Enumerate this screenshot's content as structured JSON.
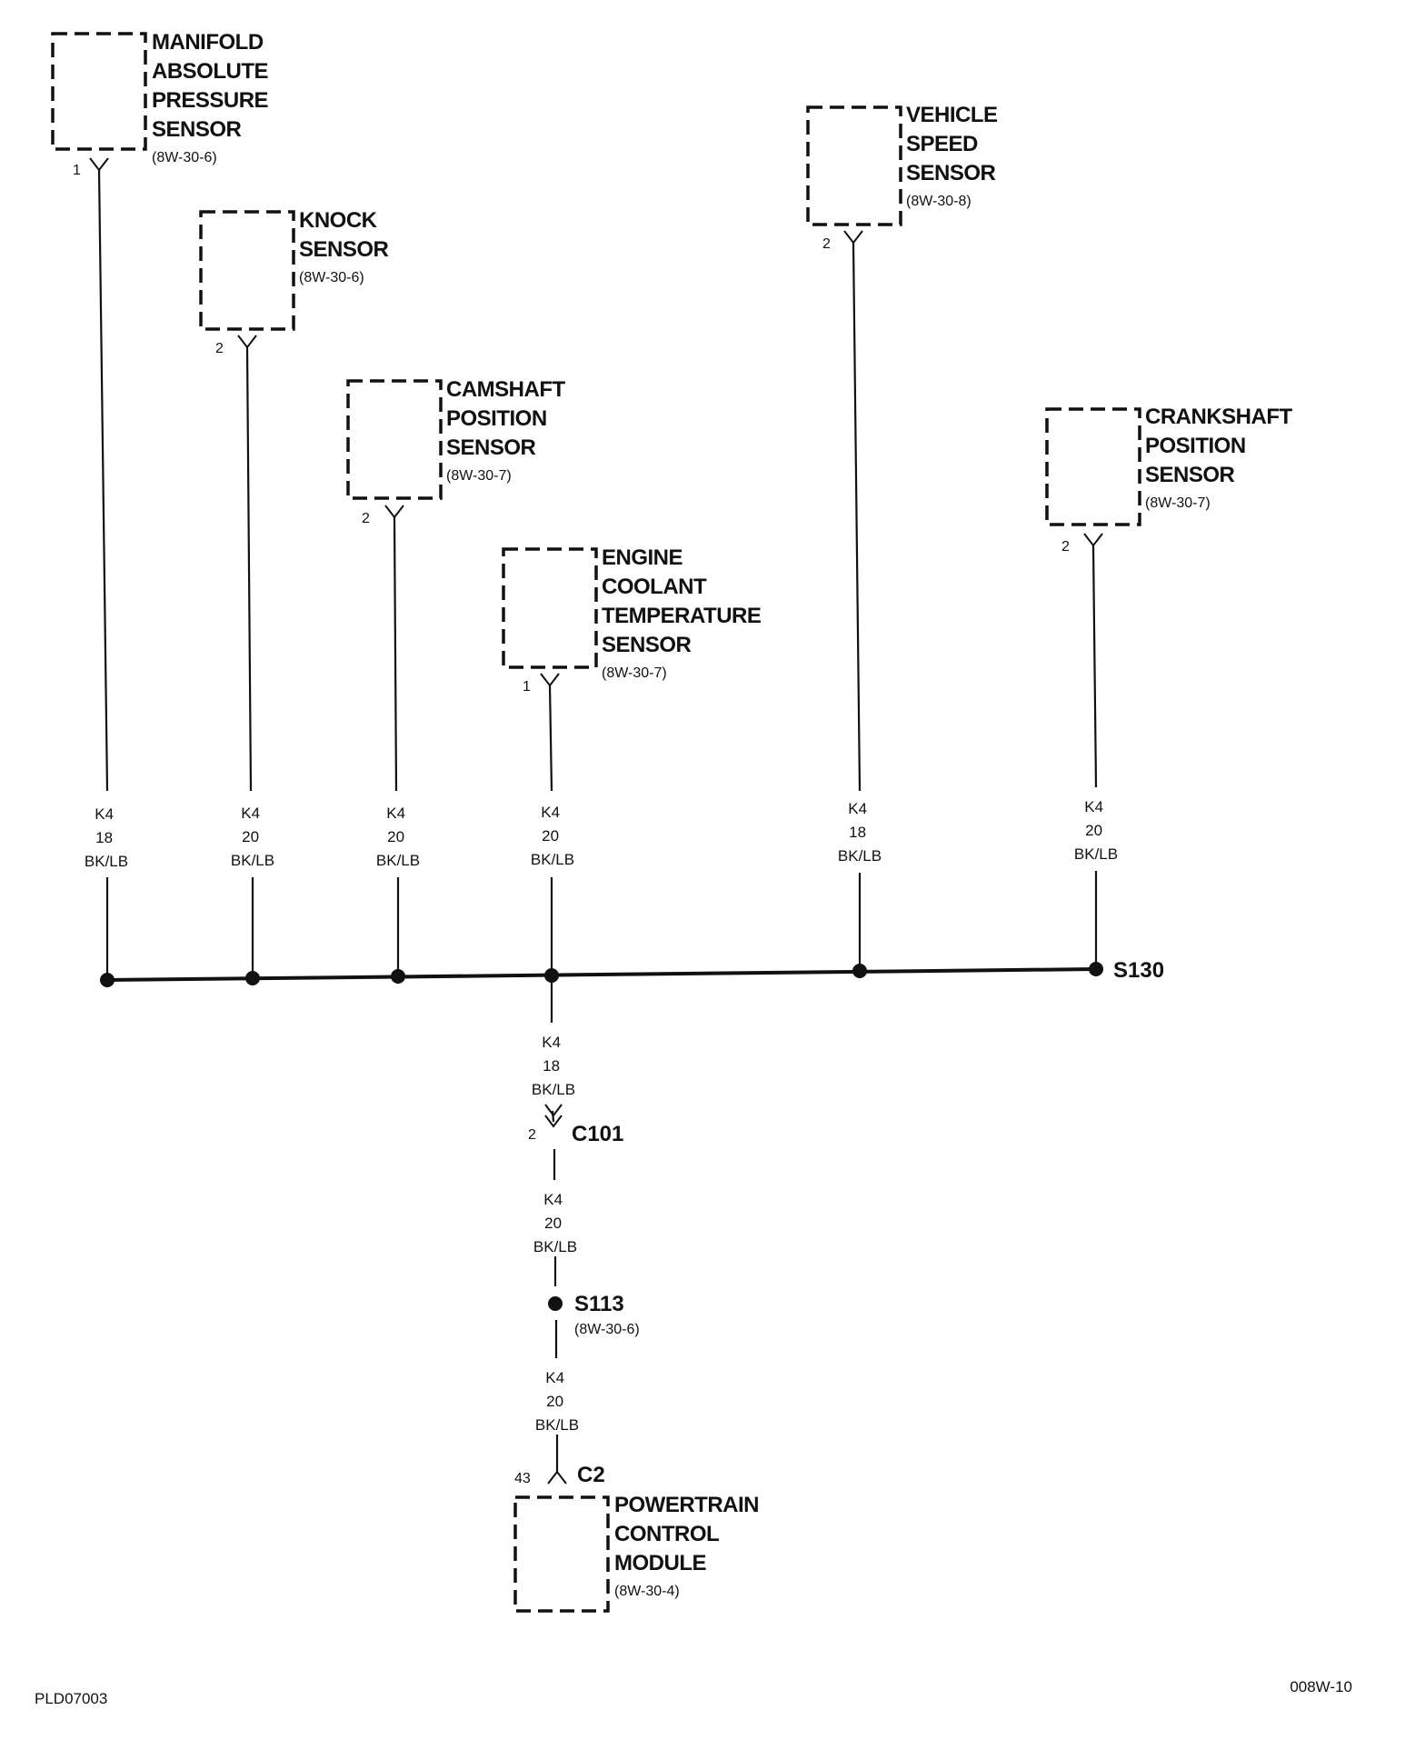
{
  "components": {
    "map_sensor": {
      "title": [
        "MANIFOLD",
        "ABSOLUTE",
        "PRESSURE",
        "SENSOR"
      ],
      "ref": "(8W-30-6)",
      "pin": "1"
    },
    "knock_sensor": {
      "title": [
        "KNOCK",
        "SENSOR"
      ],
      "ref": "(8W-30-6)",
      "pin": "2"
    },
    "camshaft_sensor": {
      "title": [
        "CAMSHAFT",
        "POSITION",
        "SENSOR"
      ],
      "ref": "(8W-30-7)",
      "pin": "2"
    },
    "ect_sensor": {
      "title": [
        "ENGINE",
        "COOLANT",
        "TEMPERATURE",
        "SENSOR"
      ],
      "ref": "(8W-30-7)",
      "pin": "1"
    },
    "vss_sensor": {
      "title": [
        "VEHICLE",
        "SPEED",
        "SENSOR"
      ],
      "ref": "(8W-30-8)",
      "pin": "2"
    },
    "crankshaft_sensor": {
      "title": [
        "CRANKSHAFT",
        "POSITION",
        "SENSOR"
      ],
      "ref": "(8W-30-7)",
      "pin": "2"
    },
    "pcm": {
      "title": [
        "POWERTRAIN",
        "CONTROL",
        "MODULE"
      ],
      "ref": "(8W-30-4)",
      "pin": "43",
      "connector": "C2"
    }
  },
  "wires": {
    "map": [
      "K4",
      "18",
      "BK/LB"
    ],
    "knock": [
      "K4",
      "20",
      "BK/LB"
    ],
    "cam": [
      "K4",
      "20",
      "BK/LB"
    ],
    "ect": [
      "K4",
      "20",
      "BK/LB"
    ],
    "vss": [
      "K4",
      "18",
      "BK/LB"
    ],
    "crank": [
      "K4",
      "20",
      "BK/LB"
    ],
    "trunk_upper": [
      "K4",
      "18",
      "BK/LB"
    ],
    "trunk_mid": [
      "K4",
      "20",
      "BK/LB"
    ],
    "trunk_lower": [
      "K4",
      "20",
      "BK/LB"
    ]
  },
  "splice_s130": {
    "label": "S130"
  },
  "connector_c101": {
    "label": "C101",
    "pin": "2"
  },
  "splice_s113": {
    "label": "S113",
    "ref": "(8W-30-6)"
  },
  "footer": {
    "left": "PLD07003",
    "right": "008W-10"
  }
}
